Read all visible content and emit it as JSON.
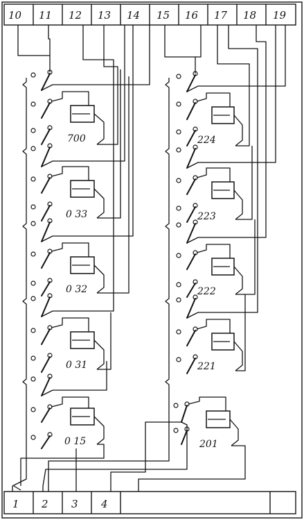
{
  "terminals_top": [
    "10",
    "11",
    "12",
    "13",
    "14",
    "15",
    "16",
    "17",
    "18",
    "19"
  ],
  "terminals_bottom": [
    "1",
    "2",
    "3",
    "4"
  ],
  "relays_left": [
    "700",
    "0 33",
    "0 32",
    "0 31",
    "0 15"
  ],
  "relays_right": [
    "224",
    "223",
    "222",
    "221",
    "201"
  ]
}
